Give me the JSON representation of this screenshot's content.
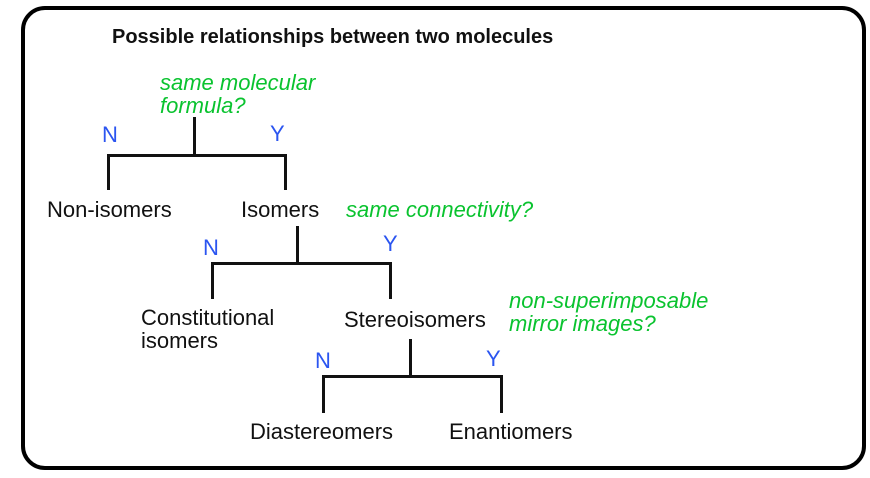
{
  "title": "Possible relationships between two molecules",
  "diagram": {
    "type": "decision-tree",
    "colors": {
      "question_text": "#0ac32f",
      "branch_letter": "#2b55f0",
      "tree_line": "#111111",
      "label_text": "#111111",
      "frame_border": "#000000",
      "background": "#ffffff"
    },
    "level1": {
      "question_line1": "same molecular",
      "question_line2": "formula?",
      "no_label": "N",
      "yes_label": "Y",
      "no_result": "Non-isomers",
      "yes_result": "Isomers"
    },
    "level2": {
      "question": "same connectivity?",
      "no_label": "N",
      "yes_label": "Y",
      "no_result_line1": "Constitutional",
      "no_result_line2": "isomers",
      "yes_result": "Stereoisomers"
    },
    "level3": {
      "question_line1": "non-superimposable",
      "question_line2": "mirror images?",
      "no_label": "N",
      "yes_label": "Y",
      "no_result": "Diastereomers",
      "yes_result": "Enantiomers"
    }
  }
}
